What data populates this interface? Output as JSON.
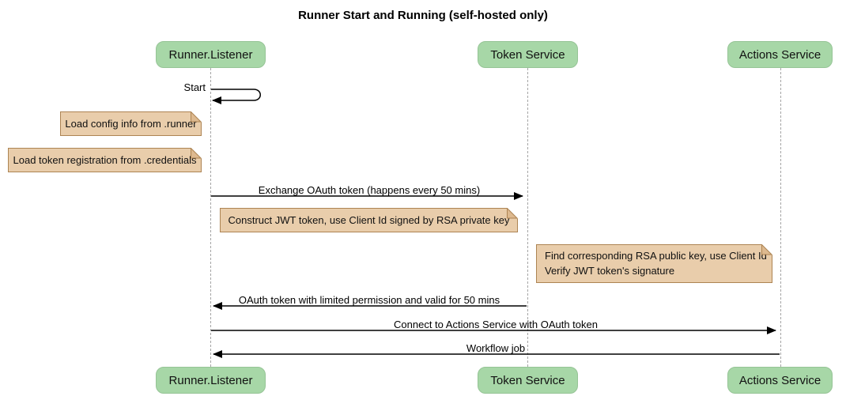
{
  "title": "Runner Start and Running (self-hosted only)",
  "participants": [
    {
      "id": "runner-listener",
      "label": "Runner.Listener"
    },
    {
      "id": "token-service",
      "label": "Token Service"
    },
    {
      "id": "actions-service",
      "label": "Actions Service"
    }
  ],
  "messages": [
    {
      "label": "Start",
      "type": "self",
      "from": "runner-listener",
      "to": "runner-listener"
    },
    {
      "label": "Exchange OAuth token (happens every 50 mins)",
      "type": "solid-arrow",
      "from": "runner-listener",
      "to": "token-service"
    },
    {
      "label": "OAuth token with limited permission and valid for 50 mins",
      "type": "solid-arrow",
      "from": "token-service",
      "to": "runner-listener"
    },
    {
      "label": "Connect to Actions Service with OAuth token",
      "type": "solid-arrow",
      "from": "runner-listener",
      "to": "actions-service"
    },
    {
      "label": "Workflow job",
      "type": "solid-arrow",
      "from": "actions-service",
      "to": "runner-listener"
    }
  ],
  "notes": [
    {
      "text": "Load config info from .runner",
      "anchor": "left of runner-listener"
    },
    {
      "text": "Load token registration from .credentials",
      "anchor": "left of runner-listener"
    },
    {
      "text": "Construct JWT token, use Client Id signed by RSA private key",
      "anchor": "right of runner-listener"
    },
    {
      "lines": [
        "Find corresponding RSA public key, use Client Id",
        "Verify JWT token's signature"
      ],
      "anchor": "right of token-service"
    }
  ],
  "colors": {
    "participant_fill": "#a7d7a7",
    "note_fill": "#e9cdab",
    "note_border": "#ad8453",
    "note_fold_fill": "#ddb98f",
    "lifeline": "#a5a5a5",
    "arrow": "#000000",
    "background": "#ffffff",
    "text": "#111111"
  }
}
